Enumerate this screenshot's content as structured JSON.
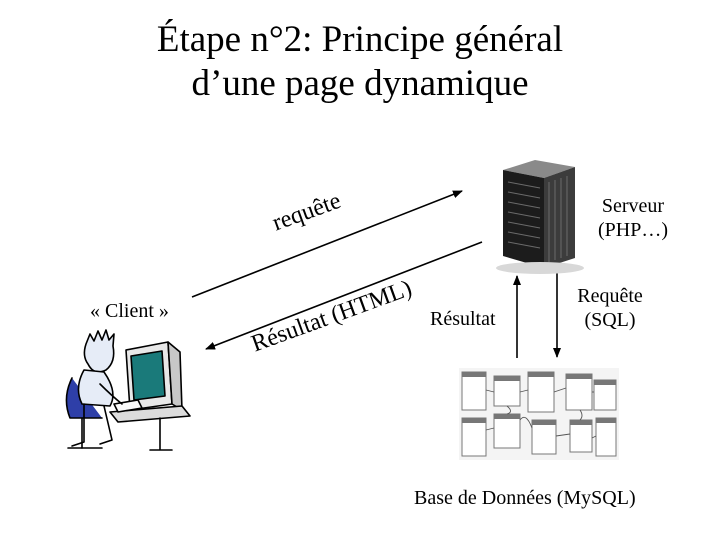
{
  "slide": {
    "title_line1": "Étape n°2: Principe général",
    "title_line2": "d’une page dynamique"
  },
  "labels": {
    "request": "requête",
    "result_html": "Résultat (HTML)",
    "server_line1": "Serveur",
    "server_line2": "(PHP…)",
    "client": "« Client »",
    "result": "Résultat",
    "sql_request_line1": "Requête",
    "sql_request_line2": "(SQL)",
    "database": "Base de Données (MySQL)"
  },
  "icons": [
    "computer-user-icon",
    "server-icon",
    "database-schema-icon"
  ]
}
